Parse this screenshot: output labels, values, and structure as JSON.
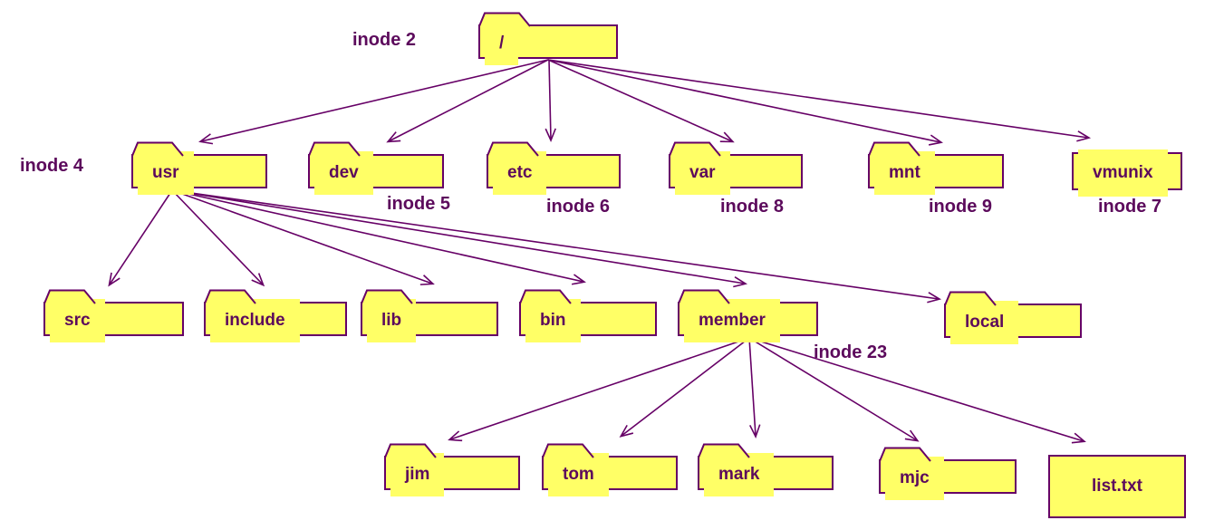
{
  "diagram": {
    "colors": {
      "shape_fill": "#ffff66",
      "outline": "#660066",
      "text": "#5c0a5c",
      "arrow": "#660066",
      "background": "#ffffff"
    },
    "nodes": [
      {
        "id": "root",
        "label": "/",
        "type": "folder",
        "inode_label": "inode 2"
      },
      {
        "id": "usr",
        "label": "usr",
        "type": "folder",
        "inode_label": "inode 4"
      },
      {
        "id": "dev",
        "label": "dev",
        "type": "folder",
        "inode_label": "inode 5"
      },
      {
        "id": "etc",
        "label": "etc",
        "type": "folder",
        "inode_label": "inode 6"
      },
      {
        "id": "var",
        "label": "var",
        "type": "folder",
        "inode_label": "inode 8"
      },
      {
        "id": "mnt",
        "label": "mnt",
        "type": "folder",
        "inode_label": "inode 9"
      },
      {
        "id": "vmunix",
        "label": "vmunix",
        "type": "file",
        "inode_label": "inode 7"
      },
      {
        "id": "src",
        "label": "src",
        "type": "folder"
      },
      {
        "id": "include",
        "label": "include",
        "type": "folder"
      },
      {
        "id": "lib",
        "label": "lib",
        "type": "folder"
      },
      {
        "id": "bin",
        "label": "bin",
        "type": "folder"
      },
      {
        "id": "member",
        "label": "member",
        "type": "folder",
        "inode_label": "inode 23"
      },
      {
        "id": "local",
        "label": "local",
        "type": "folder"
      },
      {
        "id": "jim",
        "label": "jim",
        "type": "folder"
      },
      {
        "id": "tom",
        "label": "tom",
        "type": "folder"
      },
      {
        "id": "mark",
        "label": "mark",
        "type": "folder"
      },
      {
        "id": "mjc",
        "label": "mjc",
        "type": "folder"
      },
      {
        "id": "list.txt",
        "label": "list.txt",
        "type": "file-plain"
      }
    ],
    "edges": [
      {
        "from": "root",
        "to": "usr"
      },
      {
        "from": "root",
        "to": "dev"
      },
      {
        "from": "root",
        "to": "etc"
      },
      {
        "from": "root",
        "to": "var"
      },
      {
        "from": "root",
        "to": "mnt"
      },
      {
        "from": "root",
        "to": "vmunix"
      },
      {
        "from": "usr",
        "to": "src"
      },
      {
        "from": "usr",
        "to": "include"
      },
      {
        "from": "usr",
        "to": "lib"
      },
      {
        "from": "usr",
        "to": "bin"
      },
      {
        "from": "usr",
        "to": "member"
      },
      {
        "from": "usr",
        "to": "local"
      },
      {
        "from": "member",
        "to": "jim"
      },
      {
        "from": "member",
        "to": "tom"
      },
      {
        "from": "member",
        "to": "mark"
      },
      {
        "from": "member",
        "to": "mjc"
      },
      {
        "from": "member",
        "to": "list.txt"
      }
    ]
  }
}
